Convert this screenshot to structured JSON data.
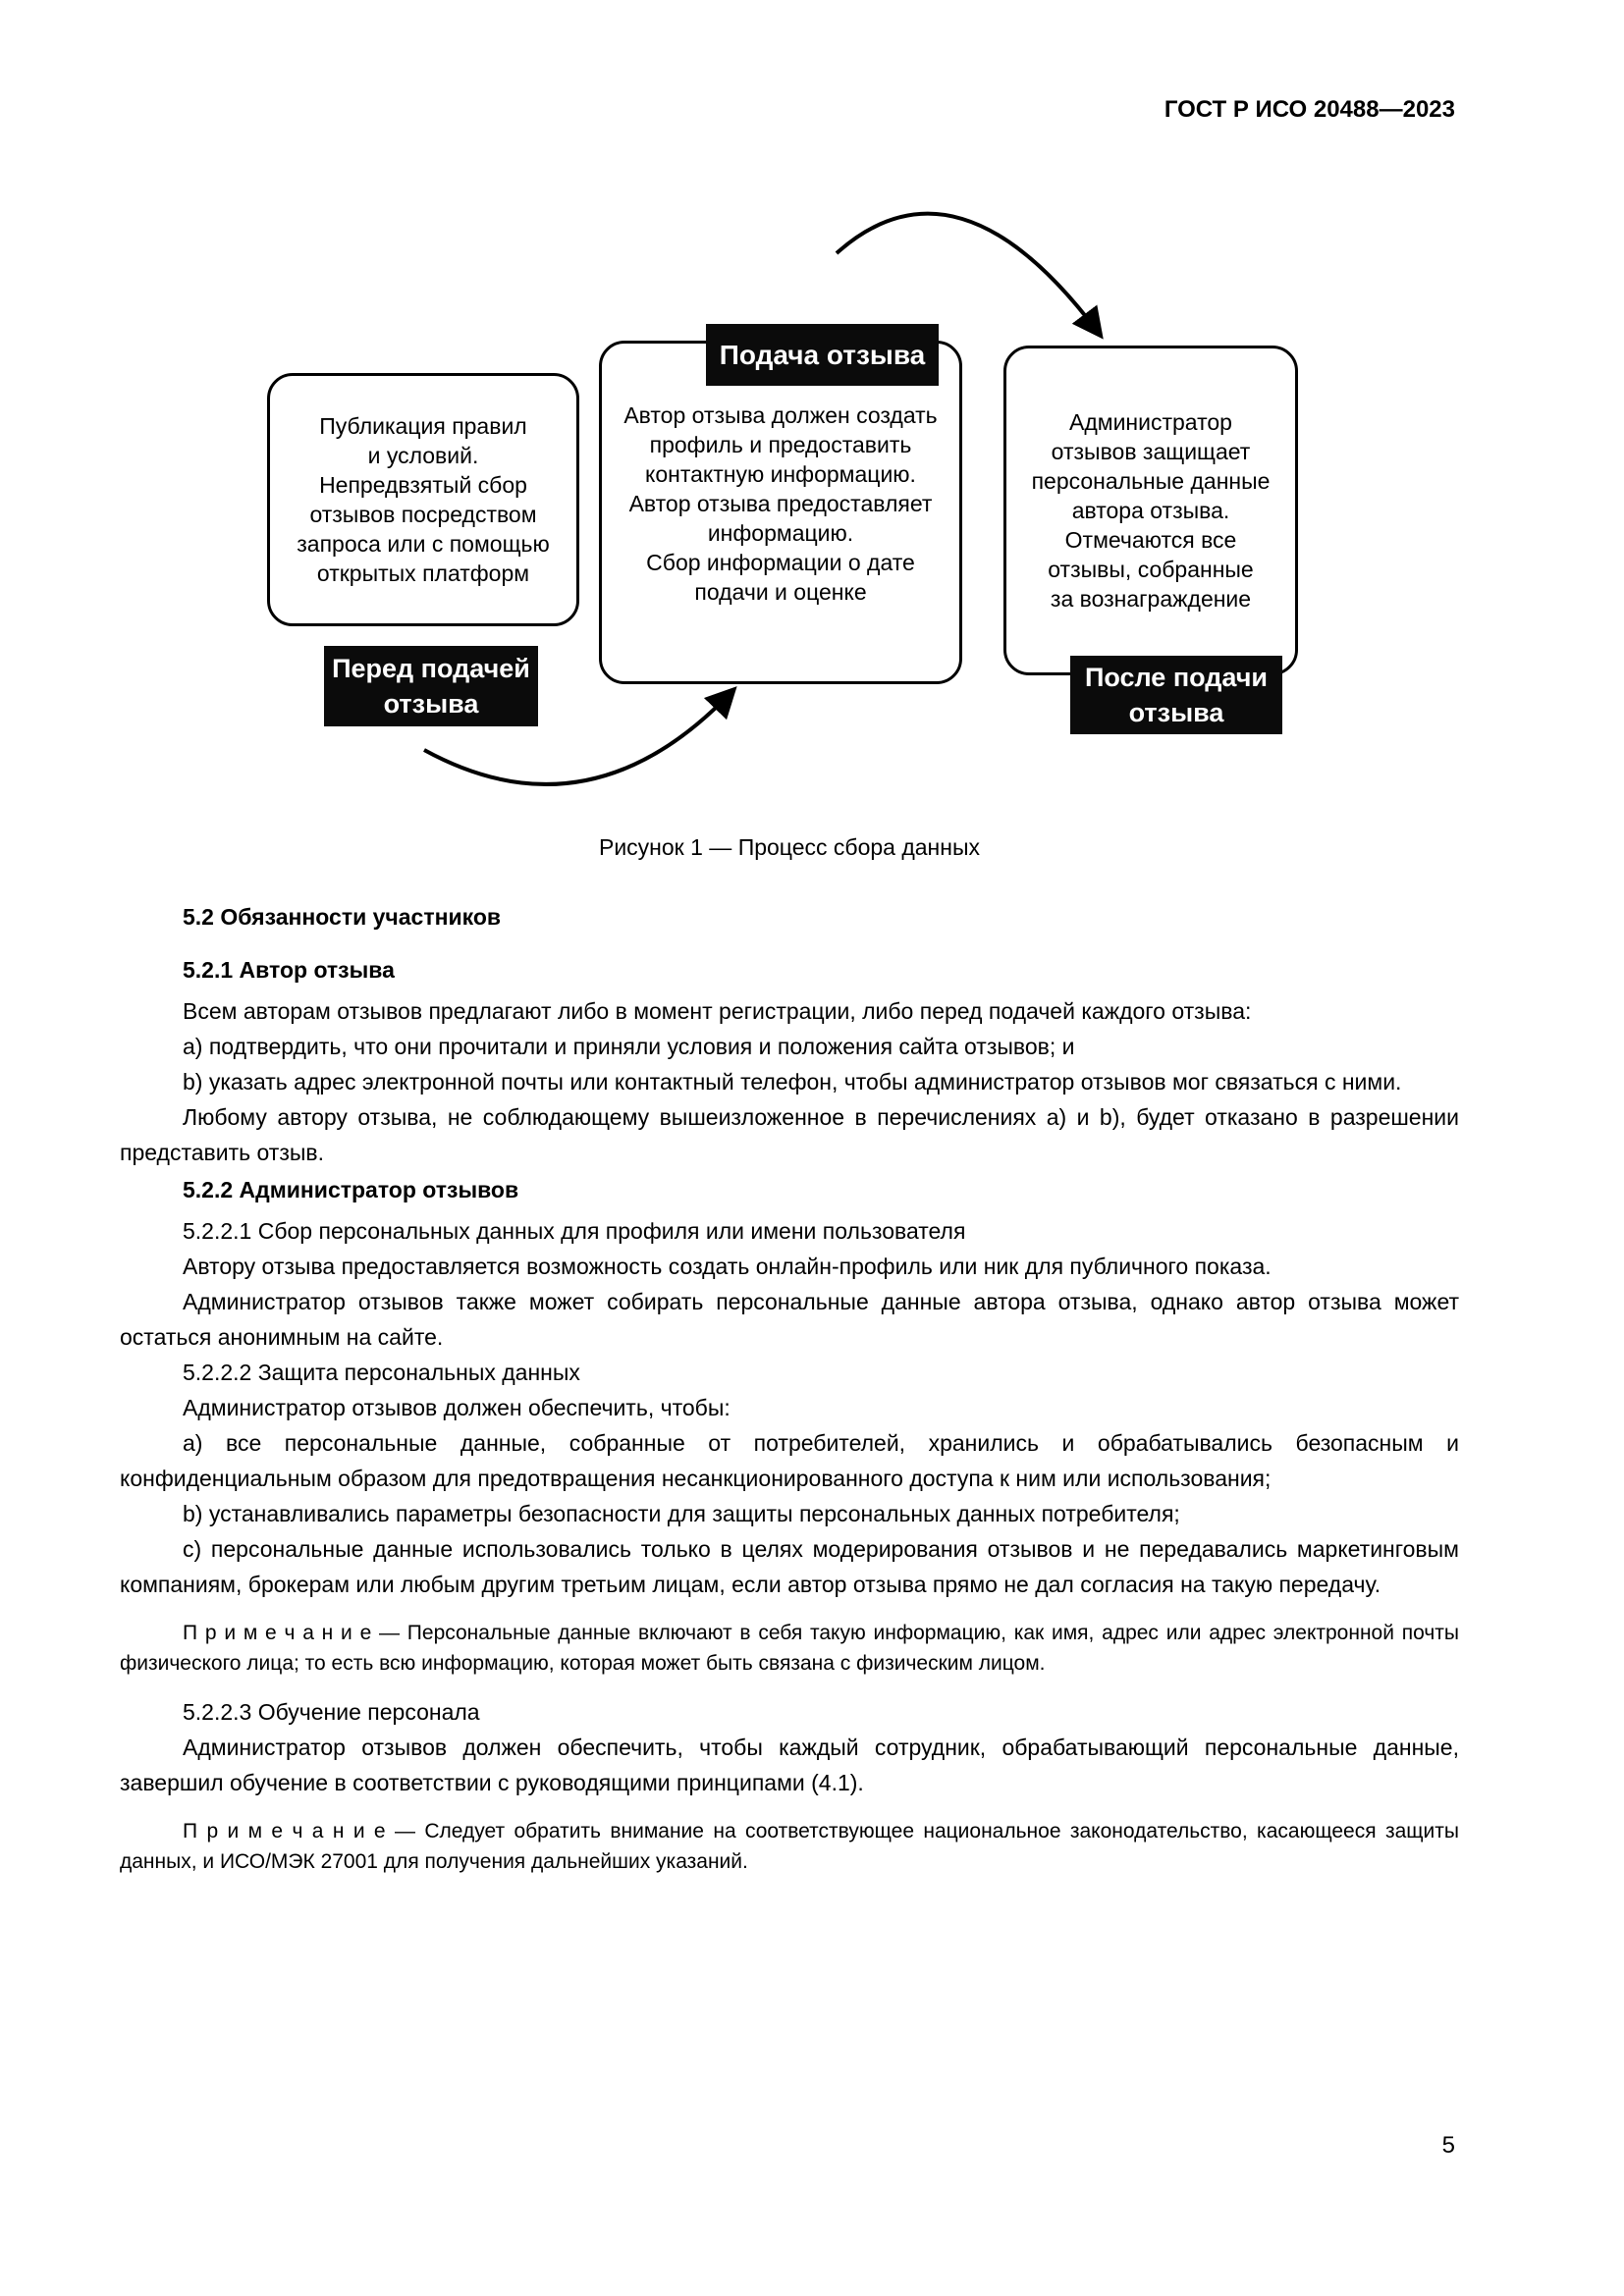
{
  "header": {
    "doc_number": "ГОСТ Р ИСО 20488—2023"
  },
  "figure": {
    "left_box": {
      "lines": [
        "Публикация правил",
        "и условий.",
        "Непредвзятый сбор",
        "отзывов посредством",
        "запроса или с помощью",
        "открытых платформ"
      ]
    },
    "middle_box": {
      "title": "Подача отзыва",
      "lines": [
        "Автор отзыва должен создать",
        "профиль и предоставить",
        "контактную информацию.",
        "Автор отзыва предоставляет",
        "информацию.",
        "Сбор информации о дате",
        "подачи и оценке"
      ]
    },
    "right_box": {
      "lines": [
        "Администратор",
        "отзывов защищает",
        "персональные данные",
        "автора отзыва.",
        "Отмечаются все",
        "отзывы, собранные",
        "за вознаграждение"
      ]
    },
    "label_before": {
      "lines": [
        "Перед подачей",
        "отзыва"
      ]
    },
    "label_after": {
      "lines": [
        "После подачи",
        "отзыва"
      ]
    },
    "caption": "Рисунок 1 — Процесс сбора данных"
  },
  "body": [
    "5.2 Обязанности участников",
    "5.2.1 Автор отзыва",
    "Всем авторам отзывов предлагают либо в момент регистрации, либо перед подачей каждого отзыва:",
    "a) подтвердить, что они прочитали и приняли условия и положения сайта отзывов; и",
    "b) указать адрес электронной почты или контактный телефон, чтобы администратор отзывов мог связаться с ними.",
    "Любому автору отзыва, не соблюдающему вышеизложенное в перечислениях a) и b), будет отказано в разрешении представить отзыв.",
    "5.2.2 Администратор отзывов",
    "5.2.2.1 Сбор персональных данных для профиля или имени пользователя",
    "Автору отзыва предоставляется возможность создать онлайн-профиль или ник для публичного показа.",
    "Администратор отзывов также может собирать персональные данные автора отзыва, однако автор отзыва может остаться анонимным на сайте.",
    "5.2.2.2 Защита персональных данных",
    "Администратор отзывов должен обеспечить, чтобы:",
    "a) все персональные данные, собранные от потребителей, хранились и обрабатывались безопасным и конфиденциальным образом для предотвращения несанкционированного доступа к ним или использования;",
    "b) устанавливались параметры безопасности для защиты персональных данных потребителя;",
    "c) персональные данные использовались только в целях модерирования отзывов и не передавались маркетинговым компаниям, брокерам или любым другим третьим лицам, если автор отзыва прямо не дал согласия на такую передачу.",
    "П р и м е ч а н и е — Персональные данные включают в себя такую информацию, как имя, адрес или адрес электронной почты физического лица; то есть всю информацию, которая может быть связана с физическим лицом.",
    "5.2.2.3 Обучение персонала",
    "Администратор отзывов должен обеспечить, чтобы каждый сотрудник, обрабатывающий персональные данные, завершил обучение в соответствии с руководящими принципами (4.1).",
    "П р и м е ч а н и е — Следует обратить внимание на соответствующее национальное законодательство, касающееся защиты данных, и ИСО/МЭК 27001 для получения дальнейших указаний."
  ],
  "page_number": "5"
}
